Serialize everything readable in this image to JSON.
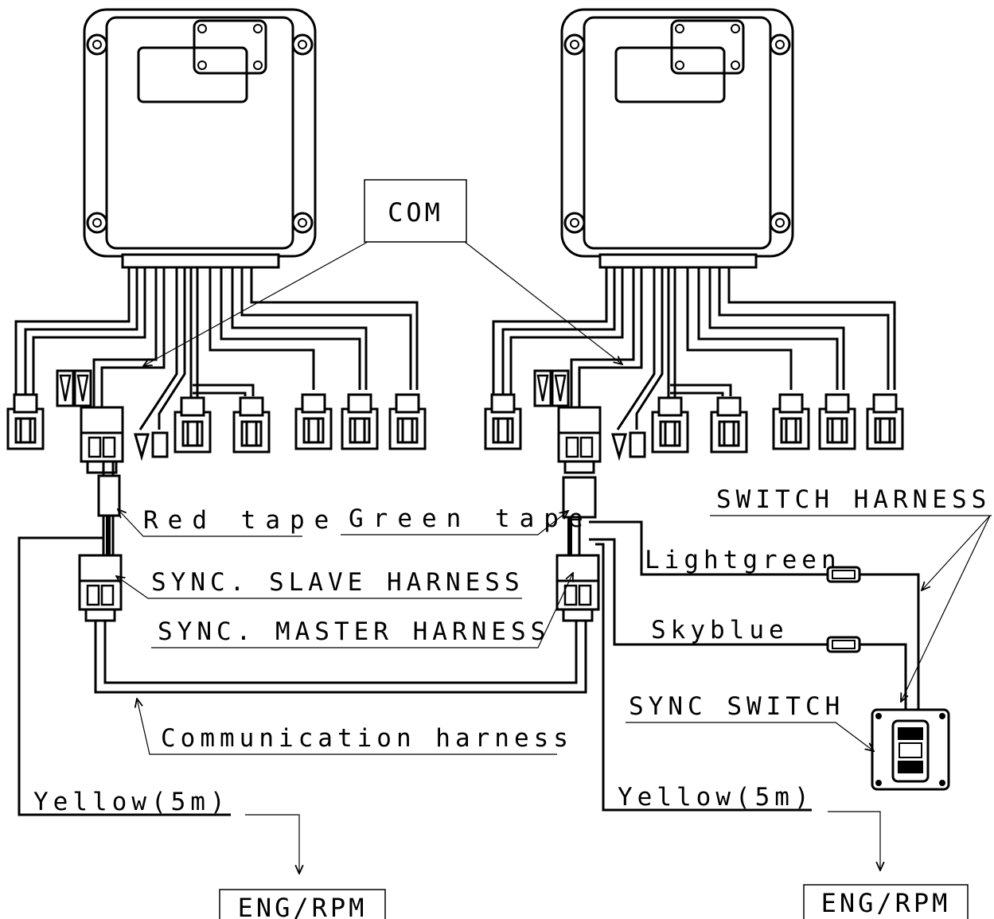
{
  "labels": {
    "com": "COM",
    "red_tape": "Red tape",
    "green_tape": "Green tape",
    "switch_harness": "SWITCH HARNESS",
    "lightgreen": "Lightgreen",
    "skyblue": "Skyblue",
    "sync_slave_harness": "SYNC. SLAVE HARNESS",
    "sync_master_harness": "SYNC. MASTER HARNESS",
    "sync_switch": "SYNC SWITCH",
    "communication_harness": "Communication harness",
    "yellow_left": "Yellow(5m)",
    "yellow_right": "Yellow(5m)",
    "eng_rpm_left": "ENG/RPM",
    "eng_rpm_right": "ENG/RPM"
  },
  "colors": {
    "line": "#000000",
    "background": "#ffffff"
  }
}
